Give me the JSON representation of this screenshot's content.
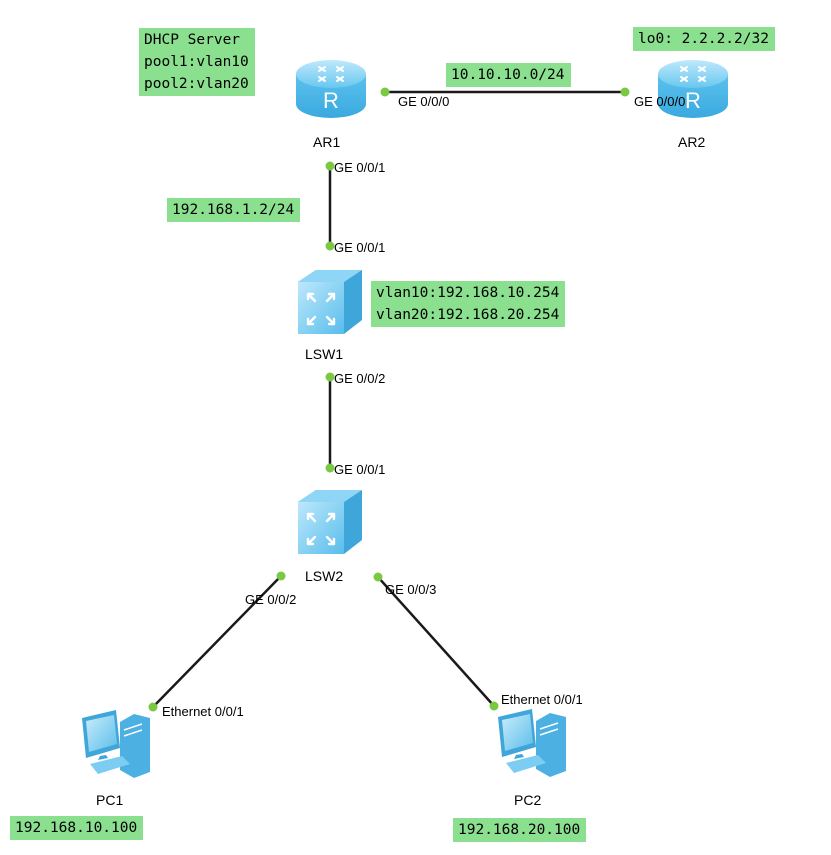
{
  "devices": {
    "ar1": {
      "name": "AR1"
    },
    "ar2": {
      "name": "AR2"
    },
    "lsw1": {
      "name": "LSW1"
    },
    "lsw2": {
      "name": "LSW2"
    },
    "pc1": {
      "name": "PC1"
    },
    "pc2": {
      "name": "PC2"
    }
  },
  "router_glyph": "R",
  "notes": {
    "dhcp": "DHCP Server\npool1:vlan10\npool2:vlan20",
    "lo0": "lo0: 2.2.2.2/32",
    "ar_link": "10.10.10.0/24",
    "uplink": "192.168.1.2/24",
    "vlanif": "vlan10:192.168.10.254\nvlan20:192.168.20.254",
    "pc1_ip": "192.168.10.100",
    "pc2_ip": "192.168.20.100"
  },
  "ports": {
    "ar1_ge000": "GE 0/0/0",
    "ar2_ge000": "GE 0/0/0",
    "ar1_ge001": "GE 0/0/1",
    "lsw1_ge001": "GE 0/0/1",
    "lsw1_ge002": "GE 0/0/2",
    "lsw2_ge001": "GE 0/0/1",
    "lsw2_ge002": "GE 0/0/2",
    "lsw2_ge003": "GE 0/0/3",
    "pc1_eth": "Ethernet 0/0/1",
    "pc2_eth": "Ethernet 0/0/1"
  },
  "colors": {
    "note_bg": "#8ae08f",
    "link": "#1a1a1a",
    "port_dot": "#7ac943",
    "device_blue": "#5bc0ee"
  }
}
